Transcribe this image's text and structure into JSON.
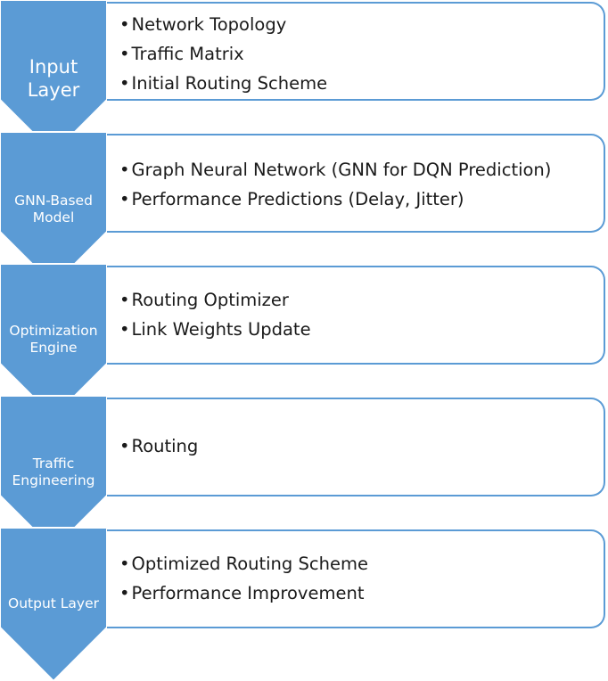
{
  "colors": {
    "chevron": "#5b9bd5",
    "chevron_dark": "#41719c",
    "box_border": "#5b9bd5",
    "text": "#1a1a1a"
  },
  "stages": [
    {
      "label_line1": "Input",
      "label_line2": "Layer",
      "items": [
        "Network Topology",
        "Traffic Matrix",
        "Initial Routing Scheme"
      ]
    },
    {
      "label_line1": "GNN-Based",
      "label_line2": "Model",
      "items": [
        "Graph Neural Network (GNN for DQN Prediction)",
        "Performance Predictions (Delay, Jitter)"
      ]
    },
    {
      "label_line1": "Optimization",
      "label_line2": "Engine",
      "items": [
        "Routing Optimizer",
        "Link Weights Update"
      ]
    },
    {
      "label_line1": "Traffic",
      "label_line2": "Engineering",
      "items": [
        "Routing"
      ]
    },
    {
      "label_line1": "Output Layer",
      "label_line2": "",
      "items": [
        "Optimized Routing Scheme",
        "Performance Improvement"
      ]
    }
  ]
}
